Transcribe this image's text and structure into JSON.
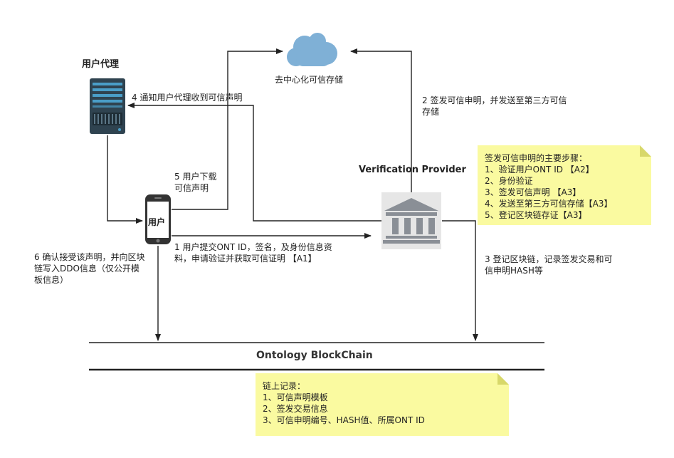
{
  "nodes": {
    "cloud_label": "去中心化可信存储",
    "agent_title": "用户代理",
    "phone_label": "用户",
    "verifier_title": "Verification Provider",
    "chain_title": "Ontology BlockChain"
  },
  "steps": {
    "step1": "1 用户提交ONT ID，签名，及身份信息资\n料，申请验证并获取可信证明 【A1】",
    "step2": "2 签发可信申明，并发送至第三方可信\n存储",
    "step3": "3 登记区块链，记录签发交易和可\n信申明HASH等",
    "step4": "4 通知用户代理收到可信声明",
    "step5": "5 用户下载\n可信声明",
    "step6": "6 确认接受该声明，并向区块\n链写入DDO信息（仅公开模\n板信息）"
  },
  "notes": {
    "verifier_steps": [
      "签发可信申明的主要步骤：",
      "1、验证用户ONT ID 【A2】",
      "2、身份验证",
      "3、签发可信声明 【A3】",
      "4、发送至第三方可信存储【A3】",
      "5、登记区块链存证【A3】"
    ],
    "chain_records": [
      "链上记录：",
      "1、可信声明模板",
      "2、签发交易信息",
      "3、可信申明编号、HASH值、所属ONT ID"
    ]
  },
  "colors": {
    "cloud": "#7fb0d6",
    "server_body": "#2f4350",
    "server_accent": "#4a9ec8",
    "phone": "#333333",
    "bank_bg": "#e6e6e6",
    "bank_icon": "#8a8f96",
    "note_bg": "#fafaa0",
    "line": "#222222"
  },
  "icons": [
    "cloud-icon",
    "server-icon",
    "phone-icon",
    "bank-icon"
  ]
}
